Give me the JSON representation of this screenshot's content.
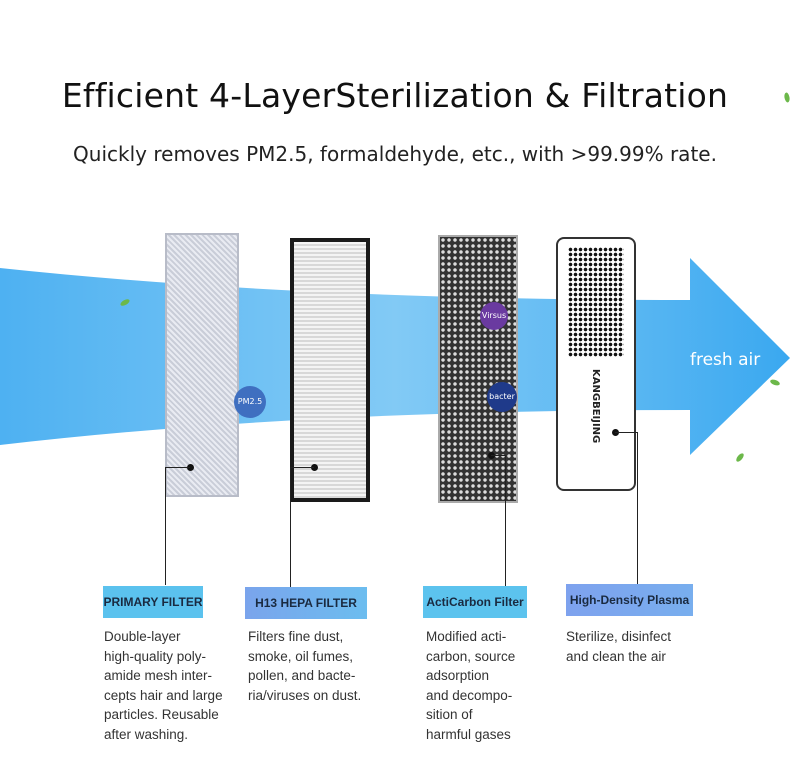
{
  "header": {
    "title": "Efficient 4-LayerSterilization & Filtration",
    "subtitle": "Quickly removes PM2.5, formaldehyde, etc., with >99.99% rate."
  },
  "airflow": {
    "label": "fresh air",
    "color": "#3aa8f0"
  },
  "filters": [
    {
      "name": "PRIMARY FILTER",
      "description": "Double-layer\nhigh-quality poly-\namide mesh inter-\ncepts hair and large\nparticles. Reusable\nafter washing.",
      "color": "#5bc2ee"
    },
    {
      "name": "H13 HEPA FILTER",
      "description": "Filters fine dust,\nsmoke, oil fumes,\npollen, and bacte-\nria/viruses on dust.",
      "color": "#7aa4ec"
    },
    {
      "name": "ActiCarbon Filter",
      "description": "Modified acti-\ncarbon, source\nadsorption\nand decompo-\nsition of\nharmful gases",
      "color": "#5cc3ee"
    },
    {
      "name": "High-Density Plasma",
      "description": "Sterilize, disinfect\nand clean the air",
      "color": "#7ea2ee"
    }
  ],
  "particles": {
    "pm": "PM2.5",
    "virus": "Virsus",
    "bacteria": "bacter"
  },
  "brand": "KANGBEIJING"
}
